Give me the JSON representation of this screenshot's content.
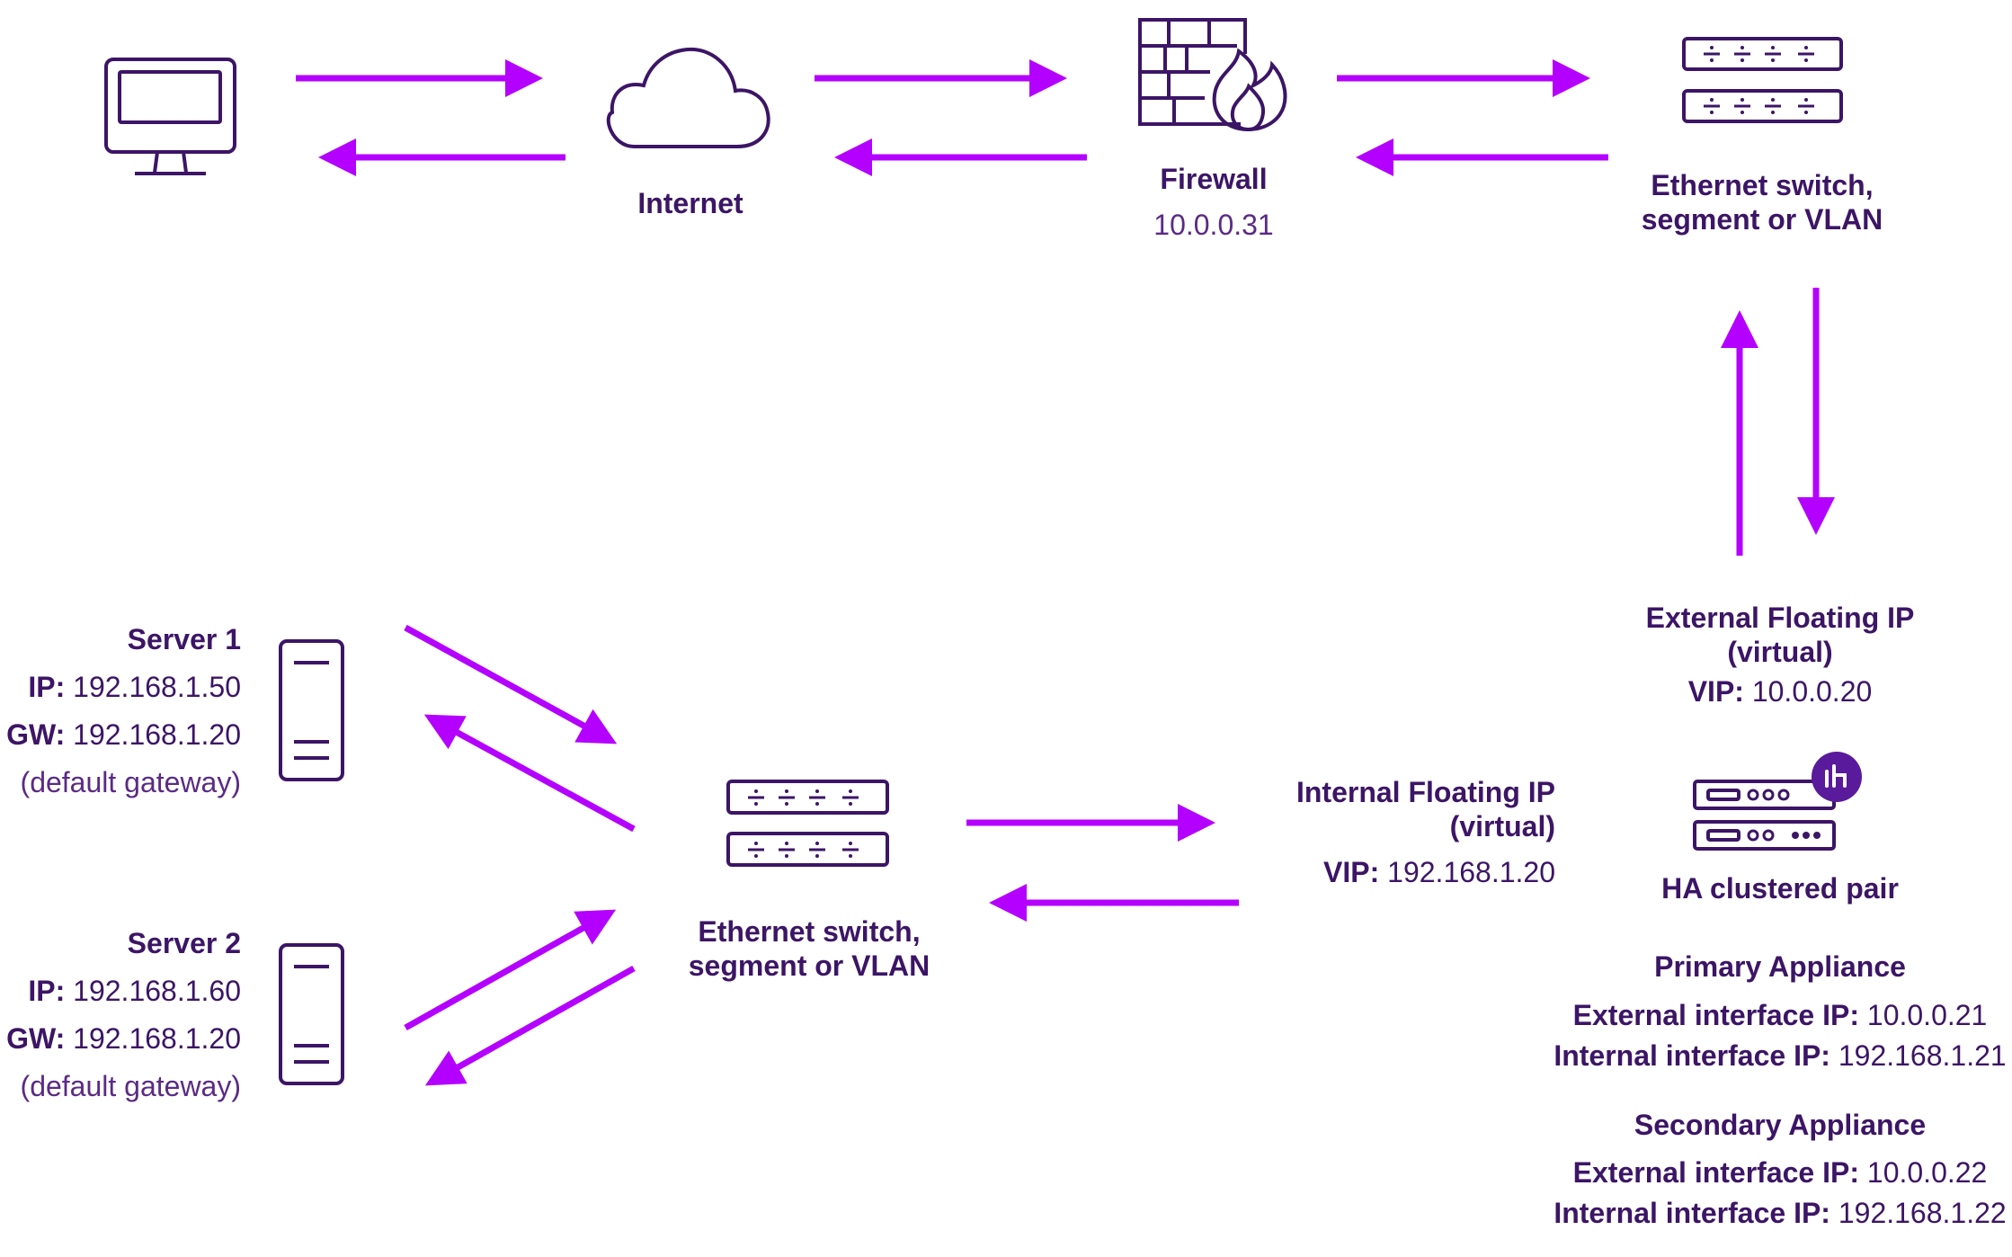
{
  "colors": {
    "arrow": "#b400ff",
    "icon": "#3c1566",
    "badge": "#5a1a9c"
  },
  "icons": {
    "client": "monitor-icon",
    "internet": "cloud-icon",
    "firewall": "firewall-icon",
    "switch": "switch-icon",
    "server": "server-icon",
    "appliance": "appliance-pair-icon"
  },
  "internet": {
    "label": "Internet"
  },
  "firewall": {
    "label": "Firewall",
    "ip": "10.0.0.31"
  },
  "switch_top": {
    "line1": "Ethernet switch,",
    "line2": "segment or VLAN"
  },
  "switch_bottom": {
    "line1": "Ethernet switch,",
    "line2": "segment or VLAN"
  },
  "external_vip": {
    "title1": "External Floating IP",
    "title2": "(virtual)",
    "vip_label": "VIP:",
    "vip_value": "10.0.0.20"
  },
  "internal_vip": {
    "title1": "Internal Floating IP",
    "title2": "(virtual)",
    "vip_label": "VIP:",
    "vip_value": "192.168.1.20"
  },
  "ha": {
    "label": "HA clustered pair"
  },
  "primary": {
    "title": "Primary Appliance",
    "ext_label": "External interface IP:",
    "ext_value": "10.0.0.21",
    "int_label": "Internal interface IP:",
    "int_value": "192.168.1.21"
  },
  "secondary": {
    "title": "Secondary Appliance",
    "ext_label": "External interface IP:",
    "ext_value": "10.0.0.22",
    "int_label": "Internal interface IP:",
    "int_value": "192.168.1.22"
  },
  "server1": {
    "name": "Server 1",
    "ip_label": "IP:",
    "ip_value": "192.168.1.50",
    "gw_label": "GW:",
    "gw_value": "192.168.1.20",
    "note": "(default gateway)"
  },
  "server2": {
    "name": "Server 2",
    "ip_label": "IP:",
    "ip_value": "192.168.1.60",
    "gw_label": "GW:",
    "gw_value": "192.168.1.20",
    "note": "(default gateway)"
  }
}
